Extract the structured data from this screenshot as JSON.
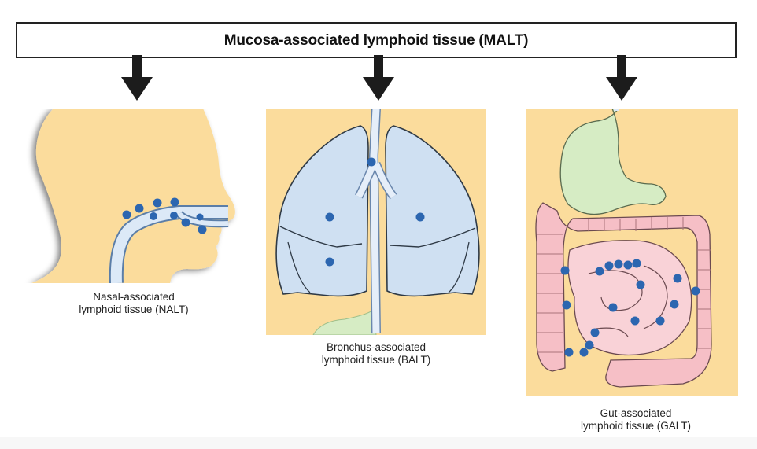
{
  "title": "Mucosa-associated lymphoid tissue (MALT)",
  "colors": {
    "background_skin": "#fbdc9c",
    "airway": "#dce9f7",
    "lymph_node": "#2c66b0",
    "lung": "#cfe0f2",
    "stomach": "#d6ecc4",
    "intestine": "#f6bfc6",
    "outline": "#3a3a3a",
    "arrow": "#1c1c1c"
  },
  "panels": [
    {
      "id": "nalt",
      "icon": "head-profile-icon",
      "caption_line1": "Nasal-associated",
      "caption_line2": "lymphoid tissue (NALT)"
    },
    {
      "id": "balt",
      "icon": "lungs-icon",
      "caption_line1": "Bronchus-associated",
      "caption_line2": "lymphoid tissue (BALT)"
    },
    {
      "id": "galt",
      "icon": "intestines-icon",
      "caption_line1": "Gut-associated",
      "caption_line2": "lymphoid tissue (GALT)"
    }
  ]
}
